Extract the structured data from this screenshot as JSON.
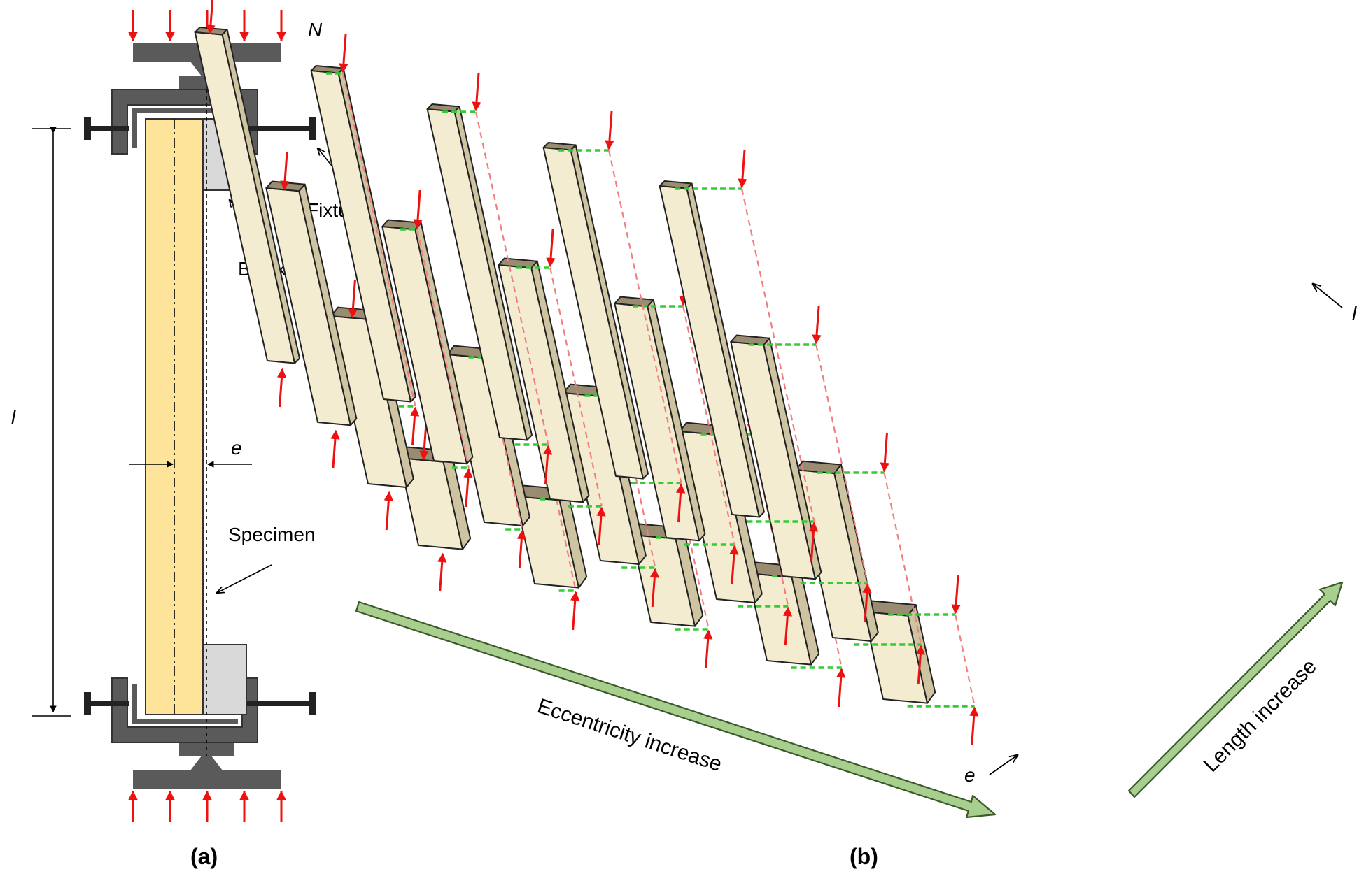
{
  "panel_a": {
    "caption": "(a)",
    "load_label": "N",
    "length_label": "l",
    "eccentricity_label": "e",
    "fixture_label": "Fixture",
    "block_label": "Block",
    "specimen_label": "Specimen"
  },
  "panel_b": {
    "caption": "(b)",
    "eccentricity_axis_label": "Eccentricity increase",
    "length_axis_label": "Length increase",
    "eccentricity_label": "e",
    "length_label": "l",
    "rows": 4,
    "columns": 5
  },
  "colors": {
    "load_arrow": "#ee1111",
    "fixture": "#5a5a5a",
    "specimen_front": "#f4ecd0",
    "specimen_side": "#cfc4a2",
    "specimen_top": "#9a8c70",
    "specimen_a": "#fde49a",
    "block": "#d9d9d9",
    "eccentricity_marker": "#33cc33",
    "trajectory": "#f08080",
    "axis_arrow": "#a9cf8e",
    "axis_arrow_stroke": "#3c5a2c"
  }
}
